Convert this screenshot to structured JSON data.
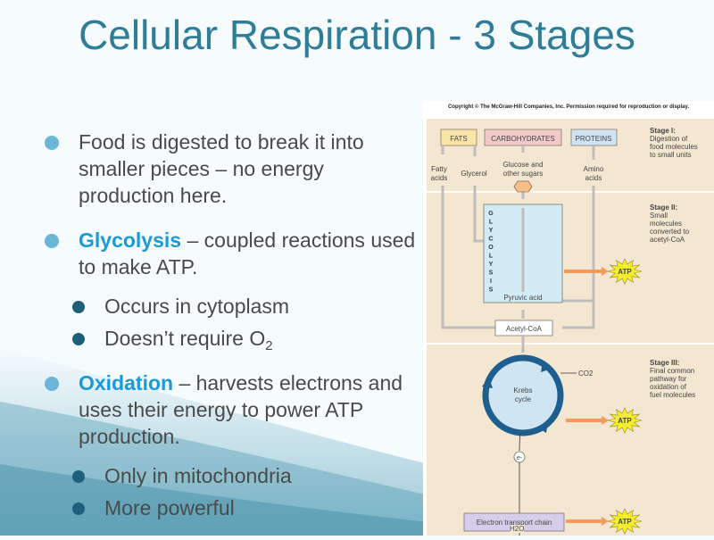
{
  "title": "Cellular Respiration - 3 Stages",
  "bullets": [
    {
      "text": "Food is digested to break it into smaller pieces – no energy production here."
    },
    {
      "term": "Glycolysis",
      "text": " – coupled reactions used to make ATP.",
      "sub": [
        {
          "text": "Occurs in cytoplasm"
        },
        {
          "text": "Doesn’t require O",
          "subscript": "2"
        }
      ]
    },
    {
      "term": "Oxidation",
      "text": " – harvests electrons and uses their energy to power ATP production.",
      "sub": [
        {
          "text": "Only in mitochondria"
        },
        {
          "text": "More powerful"
        }
      ]
    }
  ],
  "figure": {
    "copyright": "Copyright © The McGraw-Hill Companies, Inc. Permission required for reproduction or display.",
    "food": {
      "fats": "FATS",
      "carbs": "CARBOHYDRATES",
      "proteins": "PROTEINS"
    },
    "products": {
      "fatty": [
        "Fatty",
        "acids"
      ],
      "glycerol": "Glycerol",
      "glucose": [
        "Glucose and",
        "other sugars"
      ],
      "amino": [
        "Amino",
        "acids"
      ]
    },
    "glycolysis_letters": [
      "G",
      "L",
      "Y",
      "C",
      "O",
      "L",
      "Y",
      "S",
      "I",
      "S"
    ],
    "pyruvic": "Pyruvic acid",
    "acetyl": "Acetyl-CoA",
    "krebs": [
      "Krebs",
      "cycle"
    ],
    "co2": "CO2",
    "electron": "e-",
    "etc": "Electron transport chain",
    "h2o": "H2O",
    "atp": "ATP",
    "stages": [
      {
        "title": "Stage I:",
        "lines": [
          "Digestion of",
          "food molecules",
          "to small units"
        ]
      },
      {
        "title": "Stage II:",
        "lines": [
          "Small",
          "molecules",
          "converted to",
          "acetyl-CoA"
        ]
      },
      {
        "title": "Stage III:",
        "lines": [
          "Final common",
          "pathway for",
          "oxidation of",
          "fuel molecules"
        ]
      }
    ]
  },
  "colors": {
    "title": "#2f7d96",
    "accent": "#1a9ad6",
    "panel": "#f3e7d1",
    "krebs_ring": "#1f5f8f",
    "atp": "#f4ef2a",
    "arrow_orange": "#f39a5a"
  }
}
